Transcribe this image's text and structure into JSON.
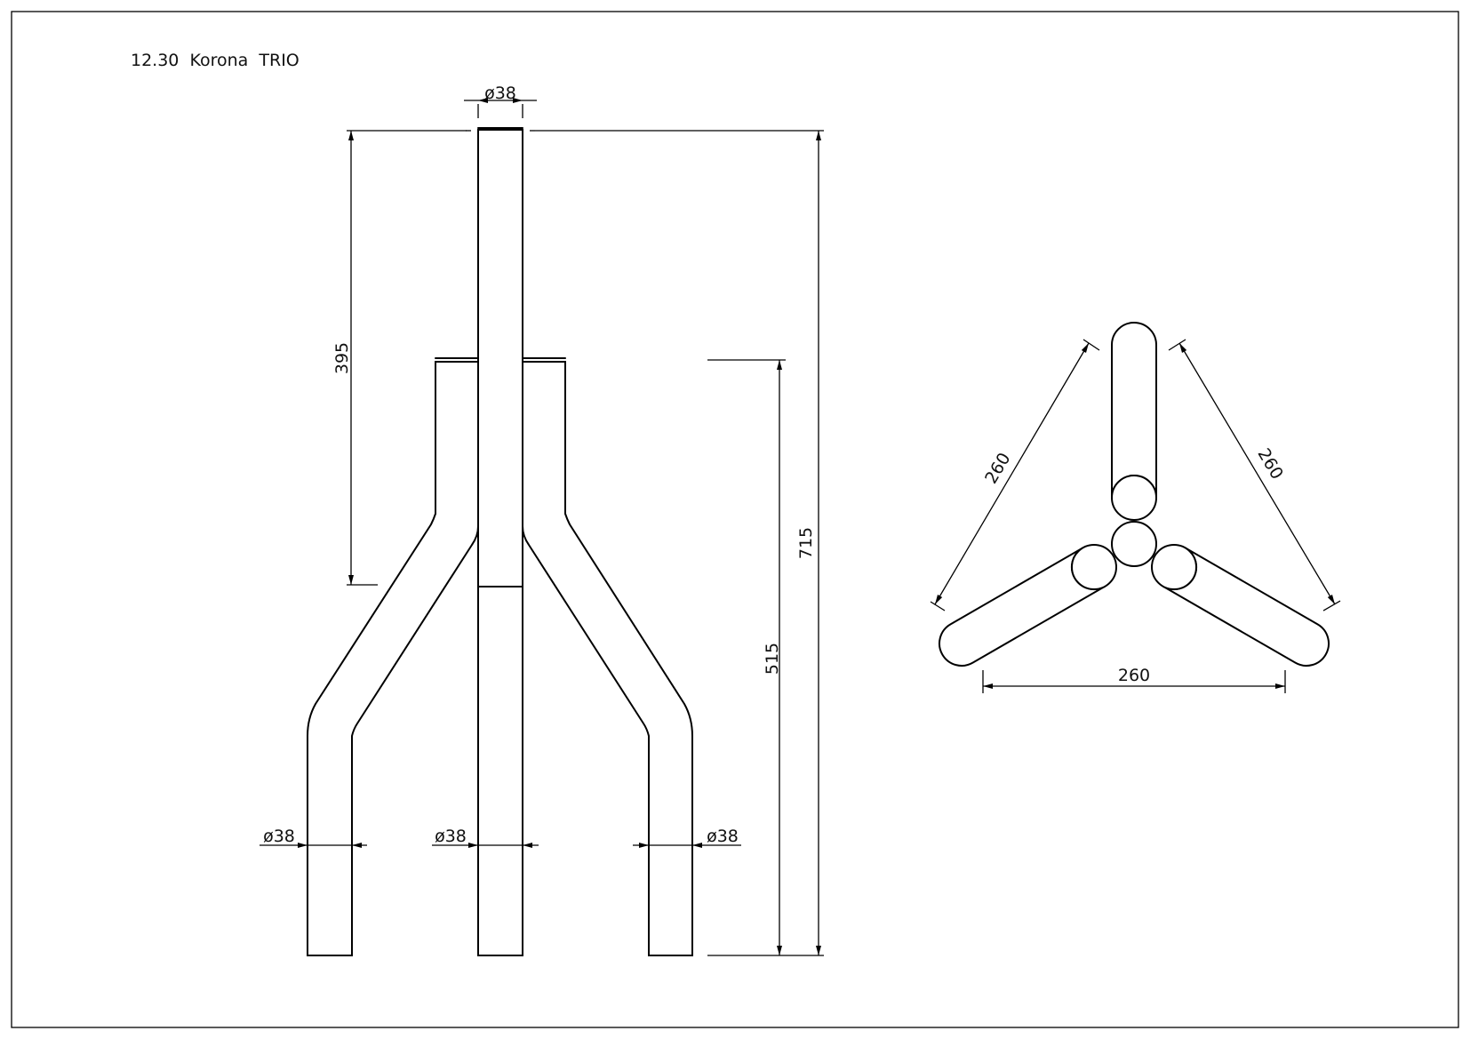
{
  "title": "12.30  Korona  TRIO",
  "side_view": {
    "dia_top": "ø38",
    "dia_left": "ø38",
    "dia_center": "ø38",
    "dia_right": "ø38",
    "dim_upper": "395",
    "dim_total": "715",
    "dim_lower": "515"
  },
  "top_view": {
    "dim_left": "260",
    "dim_right": "260",
    "dim_bottom": "260"
  }
}
